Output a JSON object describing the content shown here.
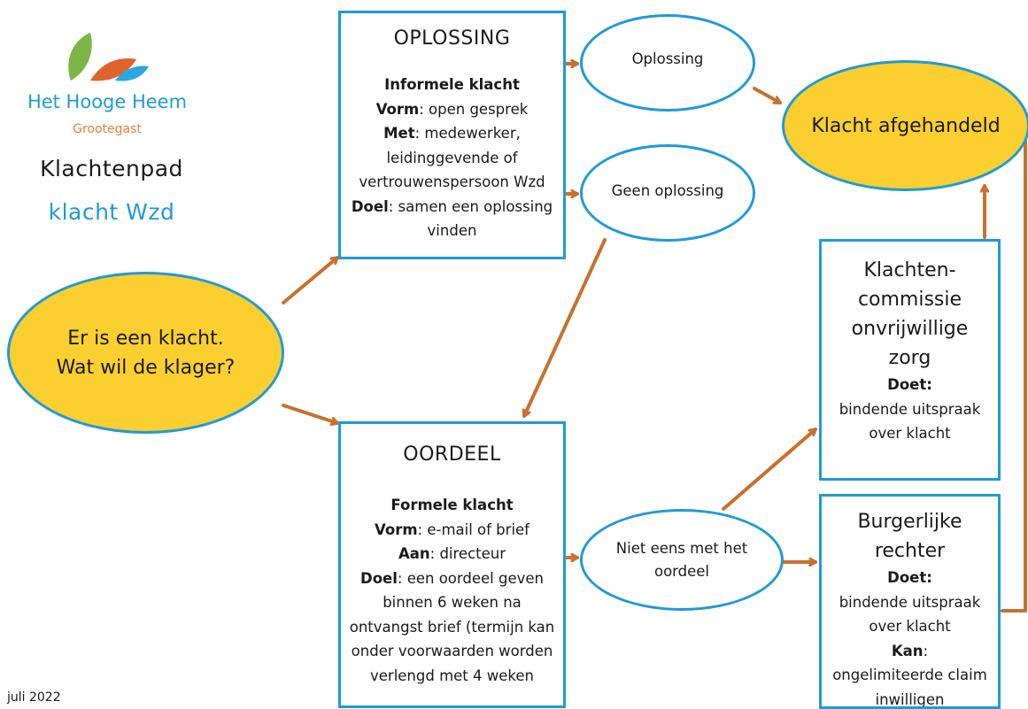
{
  "logo": {
    "name": "Het Hooge Heem",
    "place": "Grootegast",
    "colors": {
      "green": "#7ab648",
      "orange": "#e0632b",
      "blue": "#2aa7e0"
    }
  },
  "title": {
    "line1": "Klachtenpad",
    "line2": "klacht Wzd"
  },
  "footer": "juli 2022",
  "colors": {
    "border": "#1f9bd7",
    "arrow": "#c8702c",
    "highlight": "#fbcf30"
  },
  "start": {
    "line1": "Er is een klacht.",
    "line2": "Wat wil de klager?"
  },
  "oplossing_box": {
    "title": "OPLOSSING",
    "subtitle": "Informele klacht",
    "vorm_label": "Vorm",
    "vorm_value": ": open gesprek",
    "met_label": "Met",
    "met_value": ": medewerker,",
    "met_line2": "leidinggevende of",
    "met_line3": "vertrouwenspersoon Wzd",
    "doel_label": "Doel",
    "doel_value": ": samen een oplossing",
    "doel_line2": "vinden"
  },
  "oordeel_box": {
    "title": "OORDEEL",
    "subtitle": "Formele klacht",
    "vorm_label": "Vorm",
    "vorm_value": ": e-mail of brief",
    "aan_label": "Aan",
    "aan_value": ": directeur",
    "doel_label": "Doel",
    "doel_value": ": een oordeel geven",
    "doel_line2": "binnen 6 weken na",
    "doel_line3": "ontvangst brief (termijn kan",
    "doel_line4": "onder voorwaarden worden",
    "doel_line5": "verlengd met 4 weken"
  },
  "oplossing_node": "Oplossing",
  "geen_oplossing_node": "Geen oplossing",
  "niet_eens_node": {
    "line1": "Niet eens met het",
    "line2": "oordeel"
  },
  "afgehandeld_node": "Klacht afgehandeld",
  "commissie_box": {
    "line1": "Klachten-",
    "line2": "commissie",
    "line3": "onvrijwillige",
    "line4": "zorg",
    "doet_label": "Doet:",
    "doet_line1": "bindende uitspraak",
    "doet_line2": "over klacht"
  },
  "rechter_box": {
    "line1": "Burgerlijke",
    "line2": "rechter",
    "doet_label": "Doet:",
    "doet_line1": "bindende uitspraak",
    "doet_line2": "over klacht",
    "kan_label": "Kan",
    "kan_value": ":",
    "kan_line1": "ongelimiteerde claim",
    "kan_line2": "inwilligen"
  }
}
